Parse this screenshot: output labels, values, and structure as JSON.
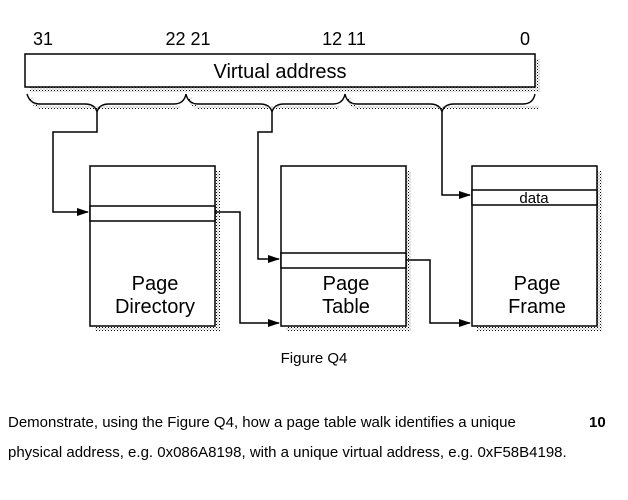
{
  "diagram": {
    "bit_labels": {
      "b31": "31",
      "b22_21": "22 21",
      "b12_11": "12 11",
      "b0": "0"
    },
    "virtual_address_label": "Virtual address",
    "page_directory_label_1": "Page",
    "page_directory_label_2": "Directory",
    "page_table_label_1": "Page",
    "page_table_label_2": "Table",
    "page_frame_label_1": "Page",
    "page_frame_label_2": "Frame",
    "data_label": "data"
  },
  "figure_caption": "Figure Q4",
  "question": {
    "text": "Demonstrate, using the Figure Q4, how a page table walk identifies a unique physical address, e.g. 0x086A8198, with a unique virtual address, e.g. 0xF58B4198.",
    "marks": "10"
  }
}
